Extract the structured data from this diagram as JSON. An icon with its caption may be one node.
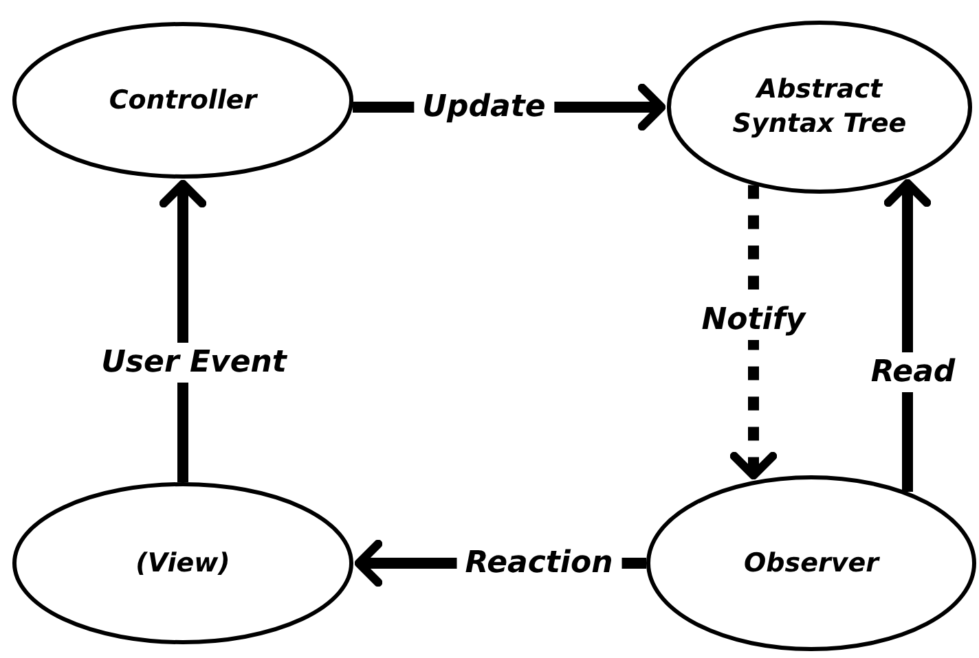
{
  "diagram": {
    "nodes": [
      {
        "text": [
          "Controller"
        ]
      },
      {
        "text": [
          "Abstract Syntax Tree"
        ]
      },
      {
        "text": [
          "(View)"
        ]
      },
      {
        "text": [
          "Observer"
        ]
      }
    ],
    "edges": [
      {
        "from": 0,
        "to": 1,
        "arrow": "to",
        "label": "Update"
      },
      {
        "from": 1,
        "to": 3,
        "arrow": "to",
        "label": "Notify",
        "style": "dashed"
      },
      {
        "from": 3,
        "to": 1,
        "arrow": "to",
        "label": "Read"
      },
      {
        "from": 3,
        "to": 2,
        "arrow": "to",
        "label": "Reaction"
      },
      {
        "from": 2,
        "to": 0,
        "arrow": "to",
        "label": "User Event"
      }
    ]
  }
}
